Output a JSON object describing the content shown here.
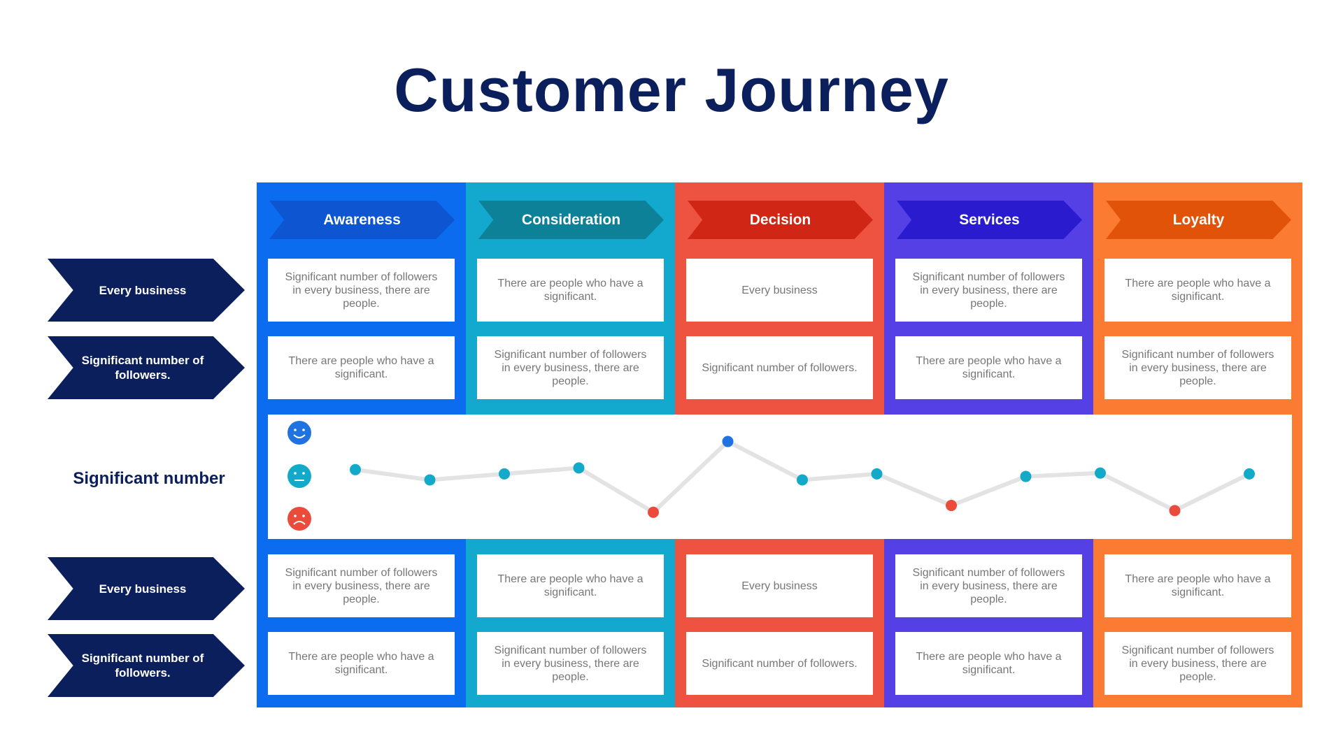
{
  "title": "Customer Journey",
  "colors": {
    "title": "#0a1f5c",
    "row_label_bg": "#0a1f5c",
    "line": "#e3e3e3",
    "happy": "#1f72e0",
    "neutral": "#13a9c9",
    "sad": "#ea4b3a"
  },
  "stages": [
    {
      "label": "Awareness",
      "bg": "#0b6cf0",
      "head": "#0d55d1",
      "top": [
        "Significant number of followers in every business, there are people.",
        "There are people who have a significant."
      ],
      "bottom": [
        "Significant number of followers in every business, there are people.",
        "There are people who have a significant."
      ]
    },
    {
      "label": "Consideration",
      "bg": "#13a9cf",
      "head": "#0c8198",
      "top": [
        "There are people who have a significant.",
        "Significant number of followers in every business, there are people."
      ],
      "bottom": [
        "There are people who have a significant.",
        "Significant number of followers in every business, there are people."
      ]
    },
    {
      "label": "Decision",
      "bg": "#ee5240",
      "head": "#cf2616",
      "top": [
        "Every business",
        "Significant number of followers."
      ],
      "bottom": [
        "Every business",
        "Significant number of followers."
      ]
    },
    {
      "label": "Services",
      "bg": "#5540e6",
      "head": "#2a1bcf",
      "top": [
        "Significant number of followers in every business, there are people.",
        "There are people who have a significant."
      ],
      "bottom": [
        "Significant number of followers in every business, there are people.",
        "There are people who have a significant."
      ]
    },
    {
      "label": "Loyalty",
      "bg": "#fb7b33",
      "head": "#e2530a",
      "top": [
        "There are people who have a significant.",
        "Significant number of followers in every business, there are people."
      ],
      "bottom": [
        "There are people who have a significant.",
        "Significant number of followers in every business, there are people."
      ]
    }
  ],
  "rows": {
    "top": [
      "Every business",
      "Significant number of followers."
    ],
    "middle": "Significant number",
    "bottom": [
      "Every business",
      "Significant number of followers."
    ]
  },
  "chart_data": {
    "type": "line",
    "y_scale": [
      "sad",
      "neutral",
      "happy"
    ],
    "ylim": [
      0,
      1
    ],
    "points": [
      {
        "value": 0.6,
        "mood": "neutral"
      },
      {
        "value": 0.48,
        "mood": "neutral"
      },
      {
        "value": 0.55,
        "mood": "neutral"
      },
      {
        "value": 0.62,
        "mood": "neutral"
      },
      {
        "value": 0.1,
        "mood": "sad"
      },
      {
        "value": 0.93,
        "mood": "happy"
      },
      {
        "value": 0.48,
        "mood": "neutral"
      },
      {
        "value": 0.55,
        "mood": "neutral"
      },
      {
        "value": 0.18,
        "mood": "sad"
      },
      {
        "value": 0.52,
        "mood": "neutral"
      },
      {
        "value": 0.56,
        "mood": "neutral"
      },
      {
        "value": 0.12,
        "mood": "sad"
      },
      {
        "value": 0.55,
        "mood": "neutral"
      }
    ]
  }
}
